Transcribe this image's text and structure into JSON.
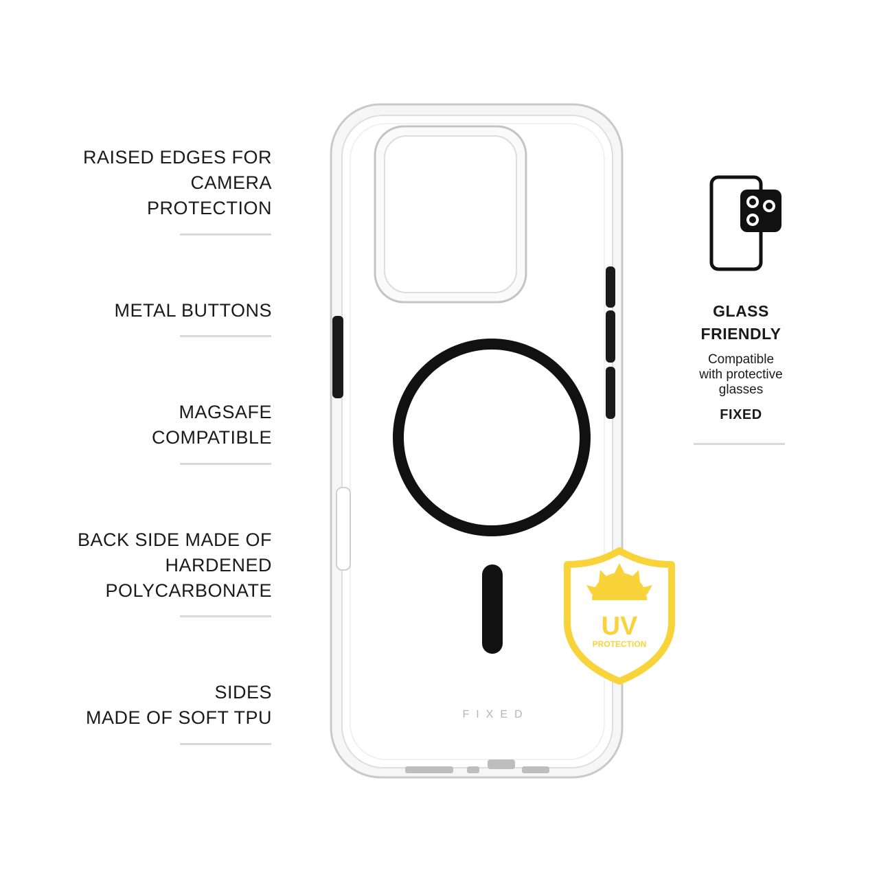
{
  "features": [
    {
      "text": "RAISED EDGES FOR\nCAMERA\nPROTECTION"
    },
    {
      "text": "METAL BUTTONS"
    },
    {
      "text": "MAGSAFE\nCOMPATIBLE"
    },
    {
      "text": "BACK SIDE MADE OF\nHARDENED\nPOLYCARBONATE"
    },
    {
      "text": "SIDES\nMADE OF SOFT TPU"
    }
  ],
  "glass": {
    "title": "GLASS\nFRIENDLY",
    "description": "Compatible\nwith protective\nglasses",
    "brand": "FIXED"
  },
  "badge": {
    "main": "UV",
    "sub": "PROTECTION",
    "color": "#f9d33a"
  },
  "case": {
    "logo": "FIXED"
  },
  "icons": {
    "glass_icon": "phone-camera-glass-icon",
    "badge_icon": "uv-shield-icon"
  }
}
